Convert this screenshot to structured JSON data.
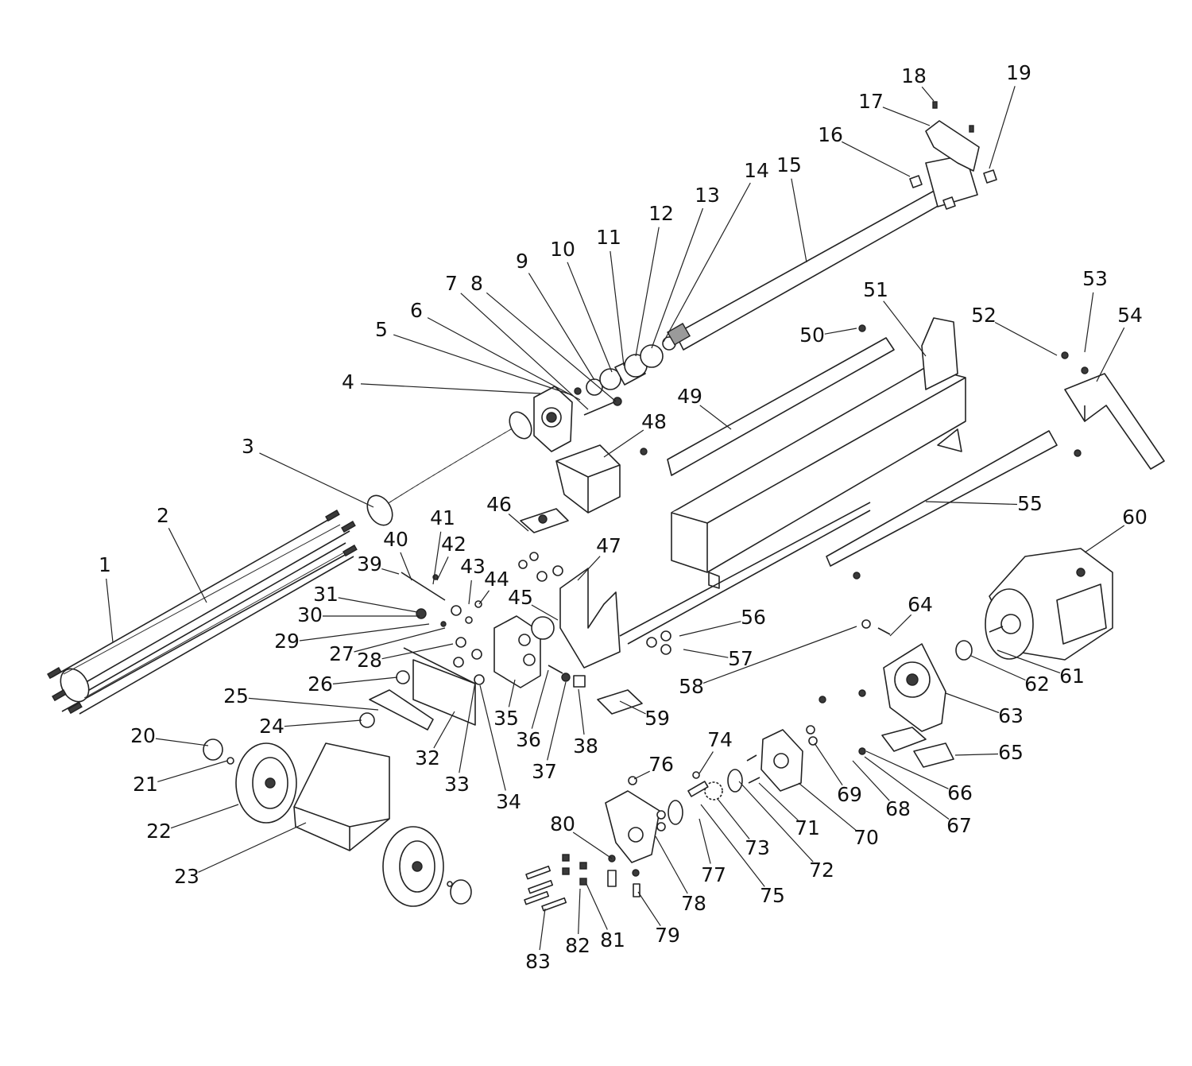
{
  "callouts": [
    "1",
    "2",
    "3",
    "4",
    "5",
    "6",
    "7",
    "8",
    "9",
    "10",
    "11",
    "12",
    "13",
    "14",
    "15",
    "16",
    "17",
    "18",
    "19",
    "20",
    "21",
    "22",
    "23",
    "24",
    "25",
    "26",
    "27",
    "28",
    "29",
    "30",
    "31",
    "32",
    "33",
    "34",
    "35",
    "36",
    "37",
    "38",
    "39",
    "40",
    "41",
    "42",
    "43",
    "44",
    "45",
    "46",
    "47",
    "48",
    "49",
    "50",
    "51",
    "52",
    "53",
    "54",
    "55",
    "56",
    "57",
    "58",
    "59",
    "60",
    "61",
    "62",
    "63",
    "64",
    "65",
    "66",
    "67",
    "68",
    "69",
    "70",
    "71",
    "72",
    "73",
    "74",
    "75",
    "76",
    "77",
    "78",
    "79",
    "80",
    "81",
    "82",
    "83"
  ],
  "colors": {
    "line": "#222222",
    "background": "#ffffff",
    "shade": "#3a3a3a"
  }
}
